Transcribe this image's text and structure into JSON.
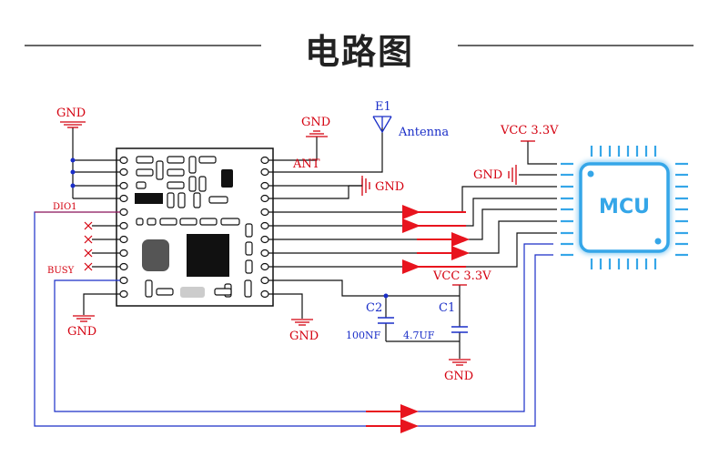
{
  "title": "电路图",
  "labels": {
    "gnd_top_left": "GND",
    "gnd_top_mid": "GND",
    "gnd_right_of_ant": "GND",
    "gnd_bottom_left": "GND",
    "gnd_bottom_mid": "GND",
    "gnd_mcu": "GND",
    "gnd_caps": "GND",
    "e1": "E1",
    "antenna": "Antenna",
    "ant": "ANT",
    "vcc_mcu": "VCC 3.3V",
    "vcc_caps": "VCC 3.3V",
    "dio1": "DIO1",
    "busy": "BUSY",
    "c1": "C1",
    "c2": "C2",
    "c1_value": "4.7UF",
    "c2_value": "100NF",
    "mcu": "MCU"
  },
  "colors": {
    "wire": "#111111",
    "blue_wire": "#1a2ec8",
    "signal_red": "#d4000f",
    "arrow_red": "#e8141e",
    "mcu_blue": "#35a6e8"
  }
}
